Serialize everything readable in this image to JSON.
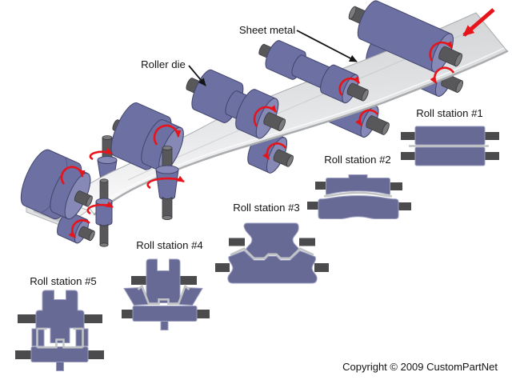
{
  "labels": {
    "sheet_metal": "Sheet metal",
    "roller_die": "Roller die"
  },
  "stations": [
    {
      "label": "Roll station #1"
    },
    {
      "label": "Roll station #2"
    },
    {
      "label": "Roll station #3"
    },
    {
      "label": "Roll station #4"
    },
    {
      "label": "Roll station #5"
    }
  ],
  "copyright": "Copyright © 2009 CustomPartNet",
  "icons": {
    "feed_direction_arrow": "red-arrow-down-left",
    "rotation_arrow": "red-curved-arrow",
    "label_arrow": "black-pointer-arrow"
  },
  "colors": {
    "roller_light": "#8689b6",
    "roller_mid": "#6d70a2",
    "roller_dark": "#595c8a",
    "roller_outline": "#41446c",
    "shaft_light": "#7b7b7e",
    "shaft_mid": "#58585b",
    "shaft_dark": "#3a3a3d",
    "sheet_light": "#f4f4f5",
    "sheet_mid": "#d9dadc",
    "sheet_dark": "#aaacaf",
    "section_roller": "#666a95",
    "section_roller_edge": "#9b9ec0",
    "section_shaft": "#4b4b4d",
    "section_sheet": "#c2c3c5",
    "slot_white": "#ffffff",
    "arrow_red": "#e8141b",
    "label_black": "#141414",
    "background": "#ffffff"
  }
}
